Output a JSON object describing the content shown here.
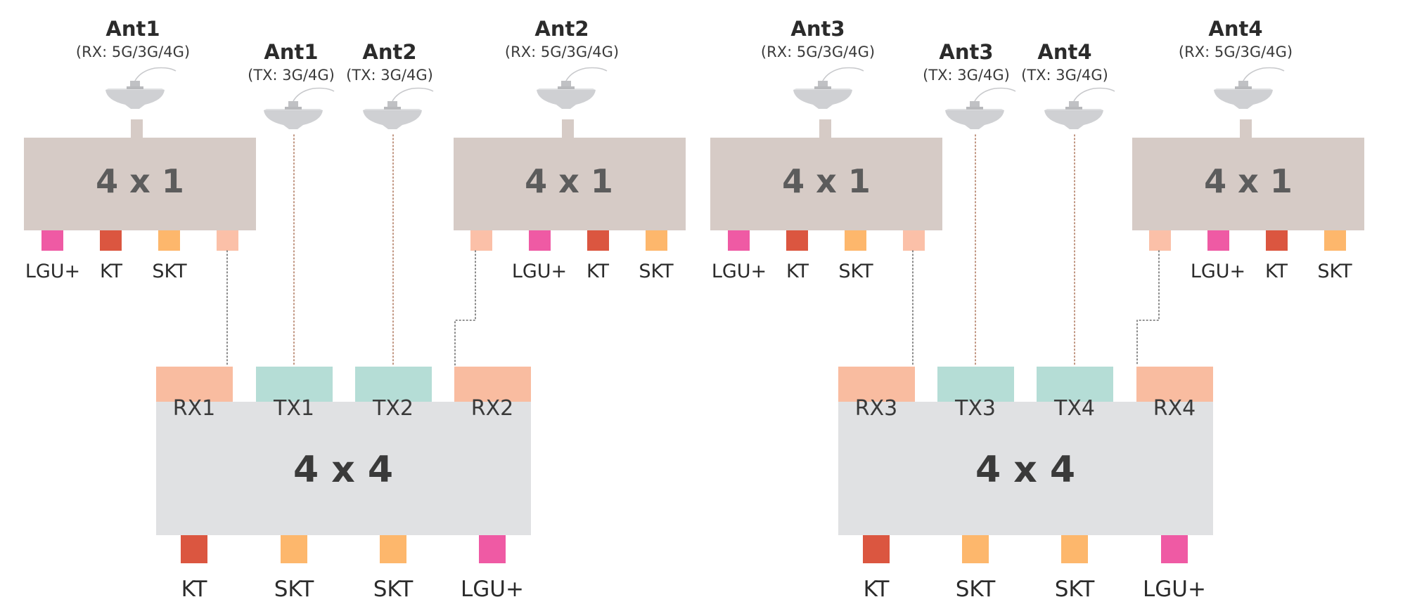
{
  "colors": {
    "splitter_fill": "#d6cbc6",
    "matrix_fill": "#e0e1e3",
    "rx_port": "#f9bca0",
    "tx_port": "#b5ddd6",
    "splitter_rx_port": "#fbc0a8",
    "LGU+": "#ef5aa4",
    "KT": "#db5640",
    "SKT": "#fdb76c",
    "antenna": "#cfd0d3",
    "connector_gray": "#6b6b6b",
    "connector_brown": "#b07a60"
  },
  "antennas": [
    {
      "id": "a1rx",
      "name": "Ant1",
      "sub": "(RX: 5G/3G/4G)",
      "icon": "ceiling-antenna-icon"
    },
    {
      "id": "a1tx",
      "name": "Ant1",
      "sub": "(TX: 3G/4G)",
      "icon": "ceiling-antenna-icon"
    },
    {
      "id": "a2tx",
      "name": "Ant2",
      "sub": "(TX: 3G/4G)",
      "icon": "ceiling-antenna-icon"
    },
    {
      "id": "a2rx",
      "name": "Ant2",
      "sub": "(RX: 5G/3G/4G)",
      "icon": "ceiling-antenna-icon"
    },
    {
      "id": "a3rx",
      "name": "Ant3",
      "sub": "(RX: 5G/3G/4G)",
      "icon": "ceiling-antenna-icon"
    },
    {
      "id": "a3tx",
      "name": "Ant3",
      "sub": "(TX: 3G/4G)",
      "icon": "ceiling-antenna-icon"
    },
    {
      "id": "a4tx",
      "name": "Ant4",
      "sub": "(TX: 3G/4G)",
      "icon": "ceiling-antenna-icon"
    },
    {
      "id": "a4rx",
      "name": "Ant4",
      "sub": "(RX: 5G/3G/4G)",
      "icon": "ceiling-antenna-icon"
    }
  ],
  "splitters": [
    {
      "label": "4 x 1",
      "ports": [
        "LGU+",
        "KT",
        "SKT",
        "RX"
      ],
      "operator_labels": [
        "LGU+",
        "KT",
        "SKT"
      ]
    },
    {
      "label": "4 x 1",
      "ports": [
        "RX",
        "LGU+",
        "KT",
        "SKT"
      ],
      "operator_labels": [
        "LGU+",
        "KT",
        "SKT"
      ]
    },
    {
      "label": "4 x 1",
      "ports": [
        "LGU+",
        "KT",
        "SKT",
        "RX"
      ],
      "operator_labels": [
        "LGU+",
        "KT",
        "SKT"
      ]
    },
    {
      "label": "4 x 1",
      "ports": [
        "RX",
        "LGU+",
        "KT",
        "SKT"
      ],
      "operator_labels": [
        "LGU+",
        "KT",
        "SKT"
      ]
    }
  ],
  "matrices": [
    {
      "label": "4 x 4",
      "ports": [
        "RX1",
        "TX1",
        "TX2",
        "RX2"
      ],
      "outputs": [
        "KT",
        "SKT",
        "SKT",
        "LGU+"
      ]
    },
    {
      "label": "4 x 4",
      "ports": [
        "RX3",
        "TX3",
        "TX4",
        "RX4"
      ],
      "outputs": [
        "KT",
        "SKT",
        "SKT",
        "LGU+"
      ]
    }
  ]
}
